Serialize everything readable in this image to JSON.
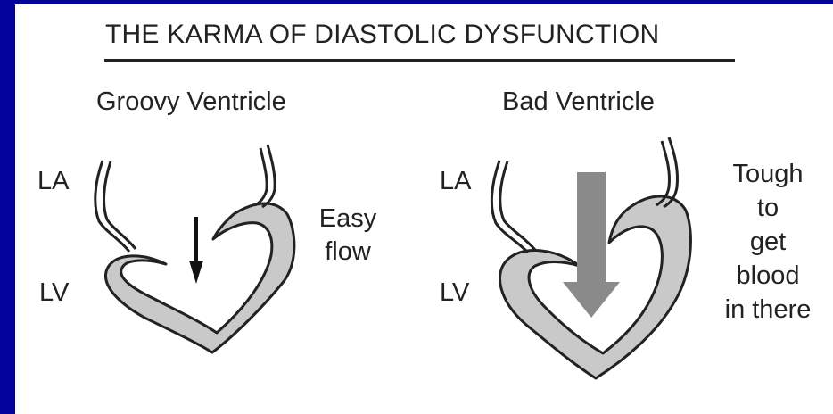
{
  "title": "THE KARMA OF DIASTOLIC DYSFUNCTION",
  "colors": {
    "frame": "#03029a",
    "panel": "#ffffff",
    "ink": "#222222",
    "wall_fill": "#c9c9c9",
    "bad_arrow": "#8a8a8a"
  },
  "groovy": {
    "heading": "Groovy Ventricle",
    "la_label": "LA",
    "lv_label": "LV",
    "note_line1": "Easy",
    "note_line2": "flow"
  },
  "bad": {
    "heading": "Bad Ventricle",
    "la_label": "LA",
    "lv_label": "LV",
    "note_line1": "Tough",
    "note_line2": "to",
    "note_line3": "get",
    "note_line4": "blood",
    "note_line5": "in there"
  }
}
